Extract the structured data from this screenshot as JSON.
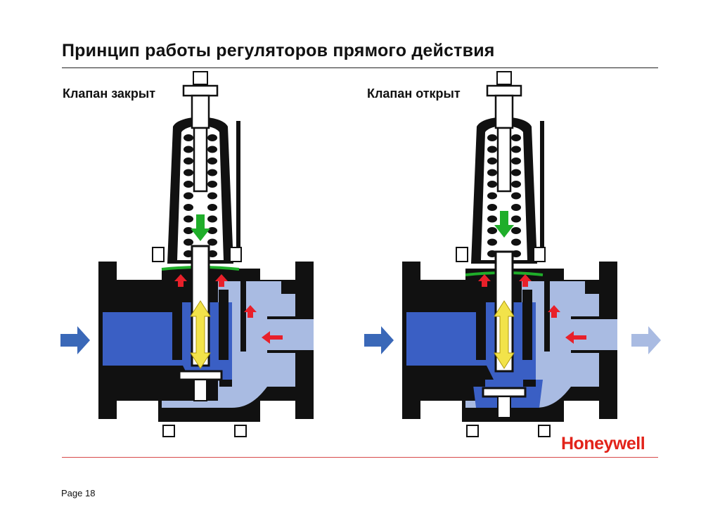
{
  "title": "Принцип работы регуляторов прямого действия",
  "panels": [
    {
      "label": "Клапан закрыт",
      "state": "closed"
    },
    {
      "label": "Клапан открыт",
      "state": "open"
    }
  ],
  "brand": "Honeywell",
  "page_label": "Page 18",
  "colors": {
    "inlet_medium": "#3a5fc4",
    "outlet_medium": "#a9bbe2",
    "body": "#111111",
    "spring_force_arrow": "#1fae2a",
    "pressure_arrow": "#e8202a",
    "stem_travel_arrow": "#f2e34a",
    "brand": "#e2231a",
    "bottom_rule": "#d84a4a"
  },
  "icons": [
    "flow-in-arrow-icon",
    "flow-out-arrow-icon",
    "spring-icon",
    "diaphragm-icon"
  ]
}
